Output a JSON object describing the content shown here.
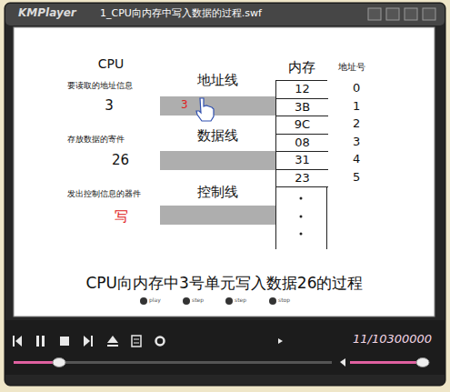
{
  "diagram": {
    "caption": "CPU向内存中3号单元写入数据26的过程",
    "nodes": [
      {
        "text": [
          "CPU"
        ]
      },
      {
        "text": [
          "要读取的地址信息",
          "3"
        ],
        "in": 0
      },
      {
        "text": [
          "存放数据的寄件",
          "26"
        ],
        "in": 0
      },
      {
        "text": [
          "发出控制信息的器件",
          "写"
        ],
        "in": 0
      },
      {
        "text": [
          "内存"
        ]
      },
      {
        "text": [
          "12"
        ],
        "in": 4
      },
      {
        "text": [
          "3B"
        ],
        "in": 4
      },
      {
        "text": [
          "9C"
        ],
        "in": 4
      },
      {
        "text": [
          "08"
        ],
        "in": 4
      },
      {
        "text": [
          "31"
        ],
        "in": 4
      },
      {
        "text": [
          "23"
        ],
        "in": 4
      }
    ],
    "edges": [
      {
        "from": 0,
        "to": 4,
        "arrow": "none",
        "label": "地址线"
      },
      {
        "from": 0,
        "to": 4,
        "arrow": "none",
        "label": "数据线"
      },
      {
        "from": 0,
        "to": 4,
        "arrow": "none",
        "label": "控制线"
      }
    ],
    "labels": [
      "KMPlayer",
      "1_CPU向内存中写入数据的过程.swf",
      "3",
      "地址号",
      "0",
      "1",
      "2",
      "3",
      "4",
      "5",
      "play",
      "step",
      "step",
      "stop",
      "11/10300000"
    ]
  }
}
